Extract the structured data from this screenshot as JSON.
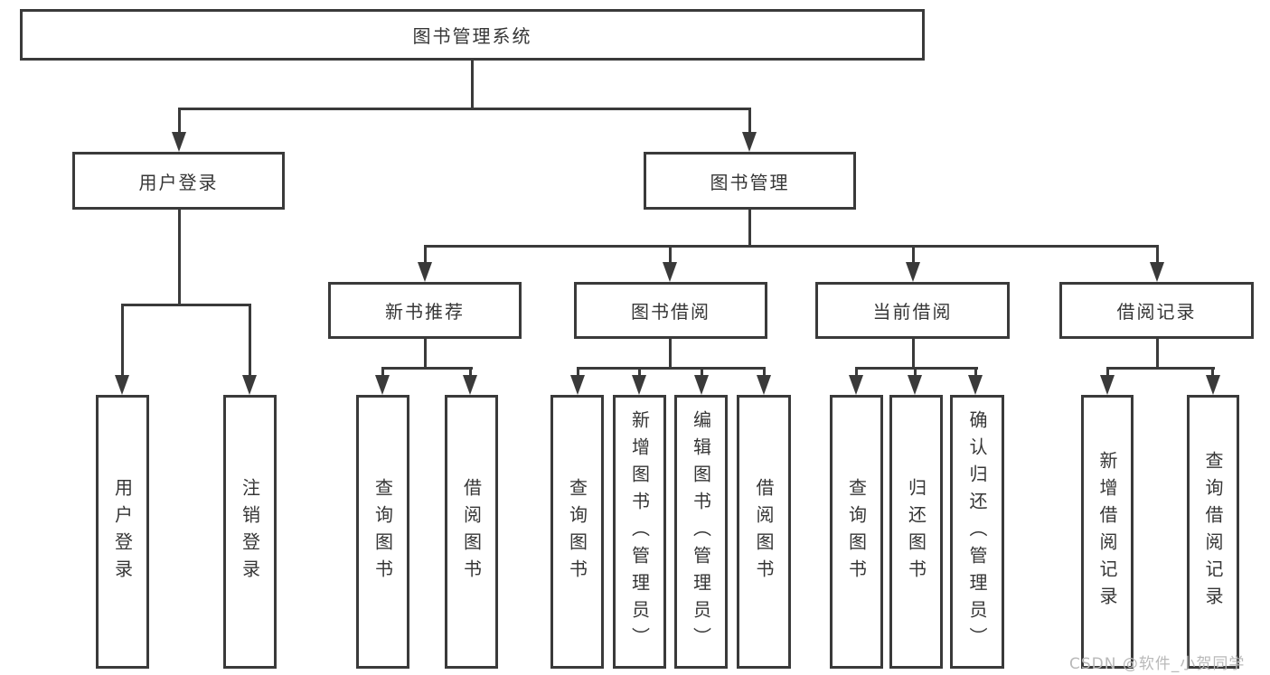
{
  "title": "图书管理系统",
  "watermark": "CSDN @软件_小贺同学",
  "colors": {
    "line": "#3a3a3a",
    "box_border": "#3a3a3a",
    "text": "#363636",
    "watermark_text": "#b9b9b9",
    "background": "#ffffff"
  },
  "tree": {
    "label": "图书管理系统",
    "children": [
      {
        "label": "用户登录",
        "children": [
          {
            "label": "用户登录"
          },
          {
            "label": "注销登录"
          }
        ]
      },
      {
        "label": "图书管理",
        "children": [
          {
            "label": "新书推荐",
            "children": [
              {
                "label": "查询图书"
              },
              {
                "label": "借阅图书"
              }
            ]
          },
          {
            "label": "图书借阅",
            "children": [
              {
                "label": "查询图书"
              },
              {
                "label": "新增图书（管理员）"
              },
              {
                "label": "编辑图书（管理员）"
              },
              {
                "label": "借阅图书"
              }
            ]
          },
          {
            "label": "当前借阅",
            "children": [
              {
                "label": "查询图书"
              },
              {
                "label": "归还图书"
              },
              {
                "label": "确认归还（管理员）"
              }
            ]
          },
          {
            "label": "借阅记录",
            "children": [
              {
                "label": "新增借阅记录"
              },
              {
                "label": "查询借阅记录"
              }
            ]
          }
        ]
      }
    ]
  }
}
